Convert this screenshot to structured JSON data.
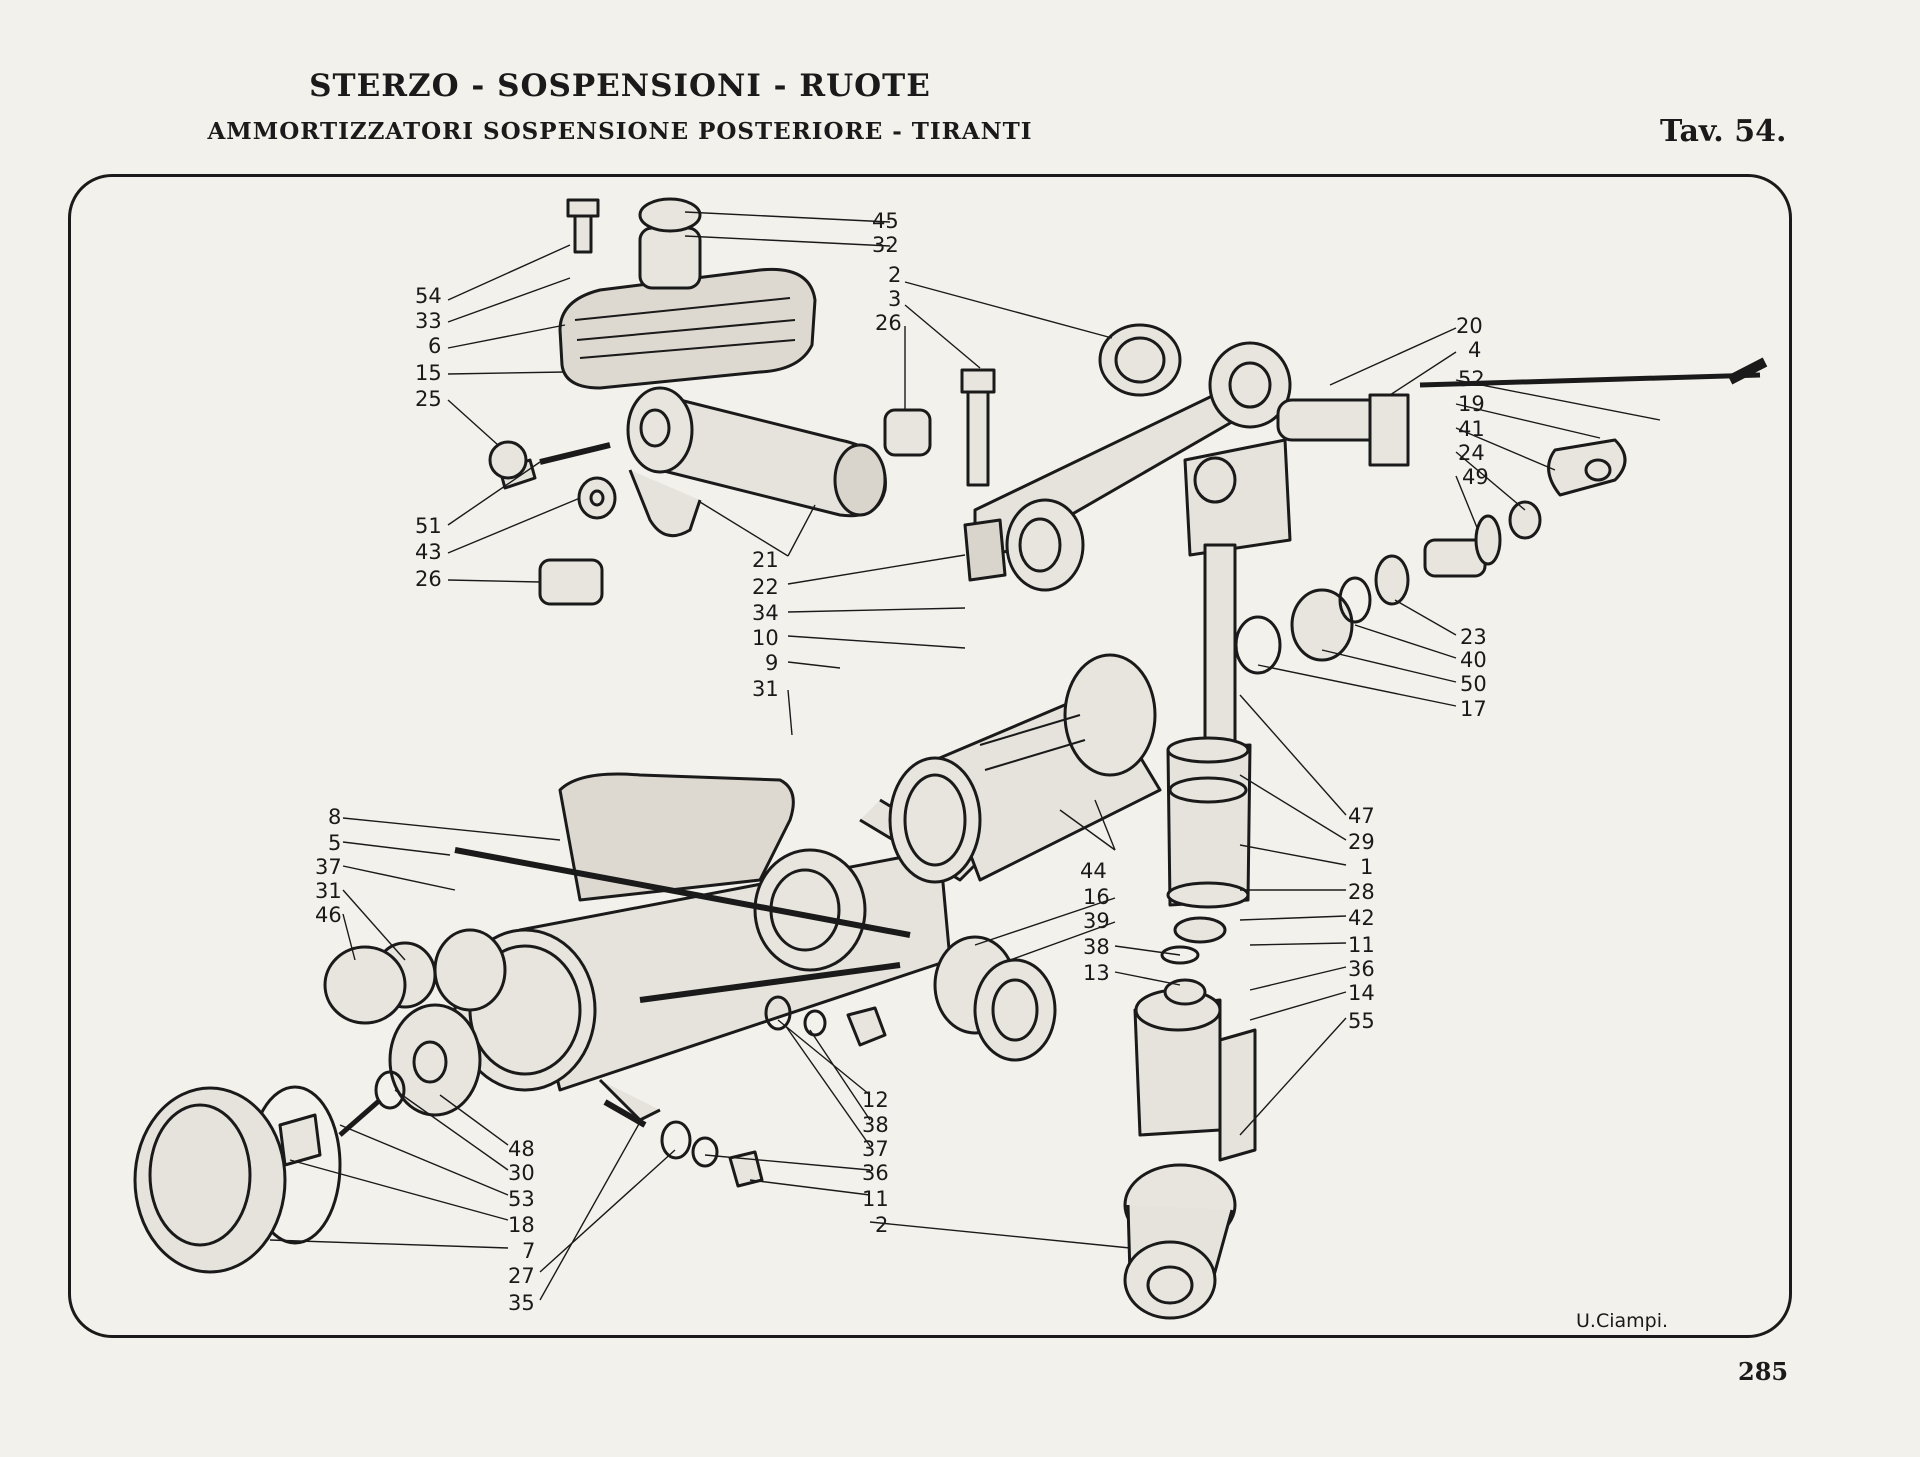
{
  "header": {
    "title": "STERZO - SOSPENSIONI - RUOTE",
    "subtitle": "AMMORTIZZATORI SOSPENSIONE POSTERIORE - TIRANTI",
    "plate": "Tav. 54."
  },
  "diagram": {
    "callouts": [
      "45",
      "32",
      "2",
      "3",
      "26",
      "54",
      "33",
      "6",
      "15",
      "25",
      "51",
      "43",
      "26",
      "21",
      "22",
      "34",
      "10",
      "9",
      "31",
      "20",
      "4",
      "52",
      "19",
      "41",
      "24",
      "49",
      "23",
      "40",
      "50",
      "17",
      "47",
      "29",
      "1",
      "28",
      "42",
      "11",
      "36",
      "14",
      "55",
      "8",
      "5",
      "37",
      "31",
      "46",
      "44",
      "16",
      "39",
      "38",
      "13",
      "12",
      "38",
      "37",
      "36",
      "11",
      "2",
      "48",
      "30",
      "53",
      "18",
      "7",
      "27",
      "35"
    ]
  },
  "signature": "U.Ciampi.",
  "page_number": "285"
}
